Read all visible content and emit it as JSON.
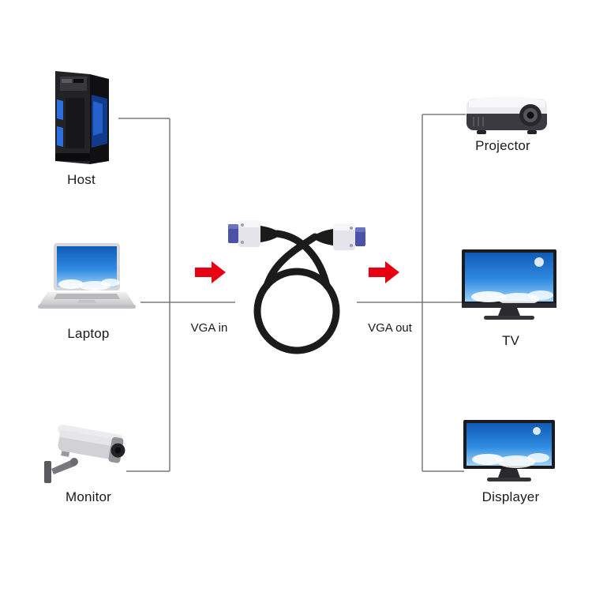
{
  "diagram": {
    "sources": [
      {
        "label": "Host",
        "icon": "pc-tower-icon"
      },
      {
        "label": "Laptop",
        "icon": "laptop-icon"
      },
      {
        "label": "Monitor",
        "icon": "cctv-camera-icon"
      }
    ],
    "outputs": [
      {
        "label": "Projector",
        "icon": "projector-icon"
      },
      {
        "label": "TV",
        "icon": "tv-icon"
      },
      {
        "label": "Displayer",
        "icon": "display-monitor-icon"
      }
    ],
    "cable": {
      "vga_in_label": "VGA in",
      "vga_out_label": "VGA out",
      "connector_type": "VGA"
    },
    "colors": {
      "arrow_red": "#e60012",
      "connector_blue": "#4a53a6",
      "cable_black": "#1b1b1b",
      "line_gray": "#7a7a7a",
      "sky_blue_top": "#0f5bb5",
      "sky_blue_bottom": "#9ed2f7"
    }
  }
}
